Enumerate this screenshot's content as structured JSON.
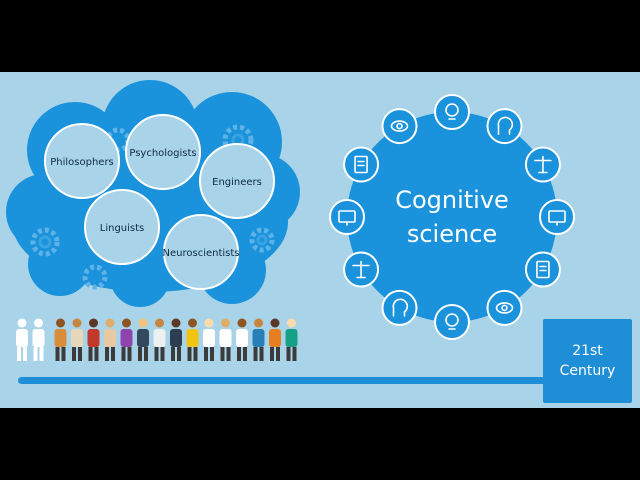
{
  "cloud": {
    "disciplines": [
      "Philosophers",
      "Psychologists",
      "Engineers",
      "Linguists",
      "Neuroscientists"
    ]
  },
  "cognitive_science": {
    "title_line1": "Cognitive",
    "title_line2": "science",
    "icons": [
      "lightbulb-brain-icon",
      "head-gears-icon",
      "scales-icon",
      "brain-monitor-icon",
      "id-card-icon",
      "head-brain-icon",
      "eye-icon",
      "heart-head-icon",
      "robot-arm-icon",
      "head-profile-icon",
      "document-icon",
      "person-presenting-icon"
    ]
  },
  "timeline": {
    "era_line1": "21st",
    "era_line2": "Century"
  },
  "colors": {
    "background": "#a9d3e8",
    "cloud": "#1a92dc",
    "bubble": "#a9d3e8",
    "accent": "#1e8ed6"
  }
}
